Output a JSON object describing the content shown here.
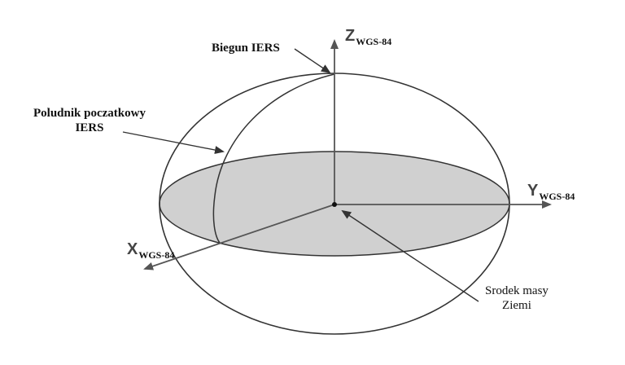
{
  "diagram": {
    "type": "coordinate-system",
    "colors": {
      "line": "#333333",
      "axis": "#555555",
      "equatorial_fill": "#d0d0d0",
      "background": "#ffffff",
      "text": "#111111"
    },
    "axes": {
      "z": {
        "letter": "Z",
        "subscript": "WGS-84"
      },
      "y": {
        "letter": "Y",
        "subscript": "WGS-84"
      },
      "x": {
        "letter": "X",
        "subscript": "WGS-84"
      }
    },
    "annotations": {
      "pole": {
        "text": "Biegun IERS"
      },
      "meridian": {
        "line1": "Poludnik poczatkowy",
        "line2": "IERS"
      },
      "center": {
        "line1": "Srodek masy",
        "line2": "Ziemi"
      }
    }
  }
}
